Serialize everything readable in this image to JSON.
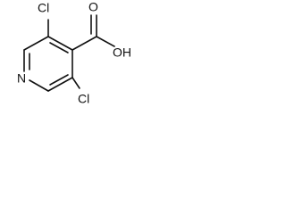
{
  "molecule": {
    "atoms": {
      "cl_top": "Cl",
      "cl_bottom": "Cl",
      "oxygen_carbonyl": "O",
      "hydroxyl": "OH",
      "nitrogen": "N"
    }
  }
}
